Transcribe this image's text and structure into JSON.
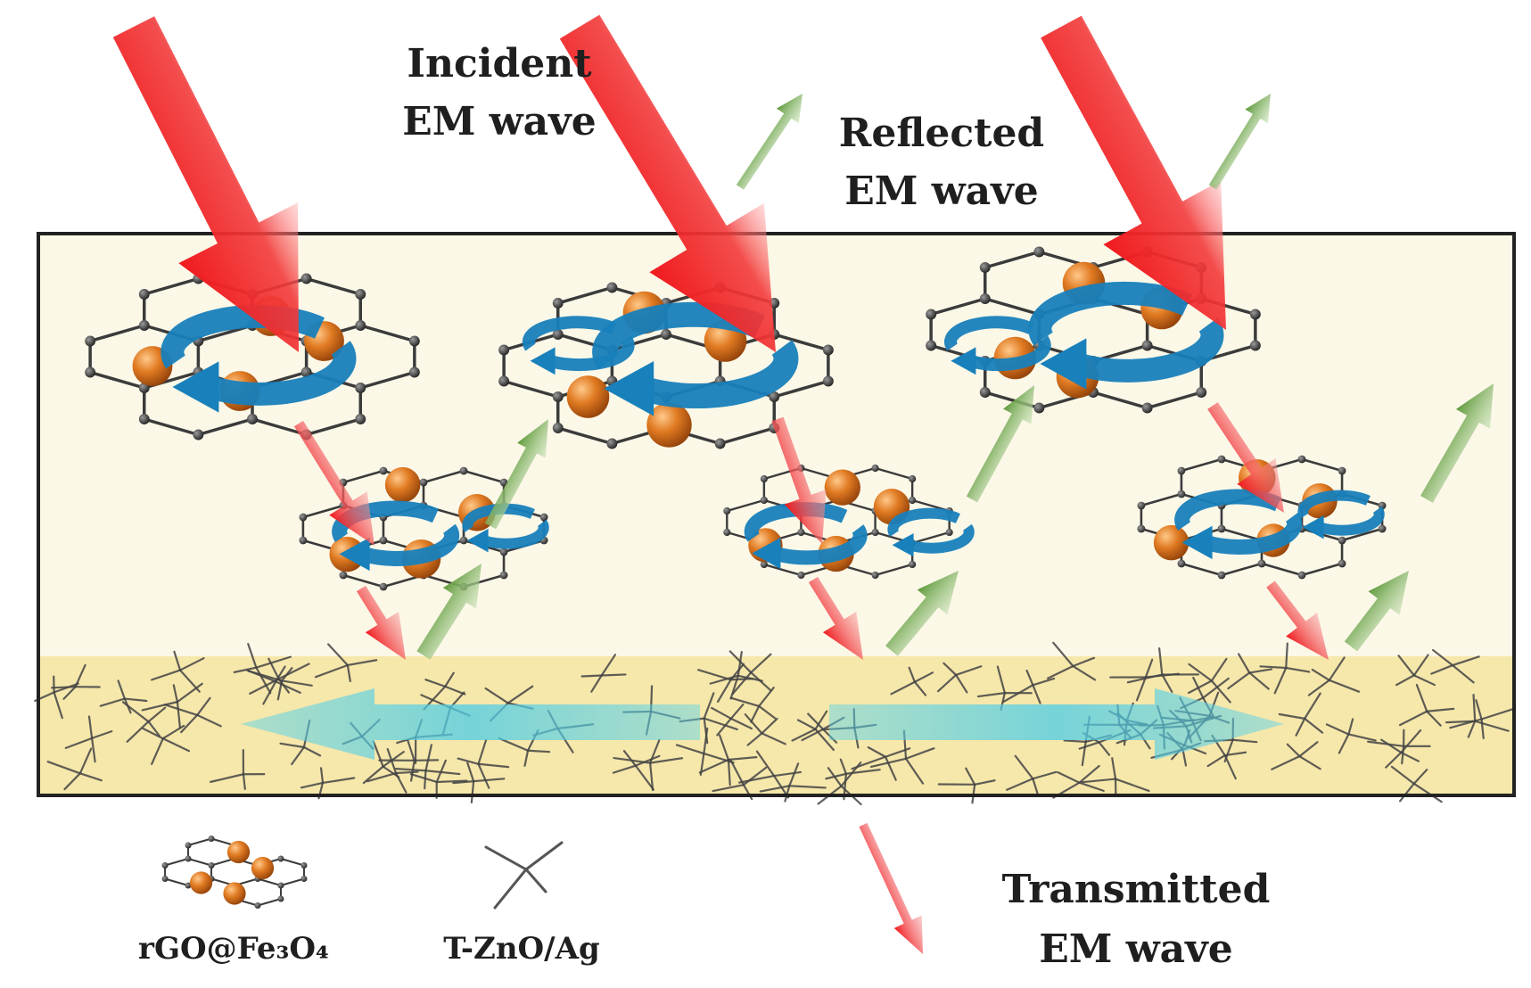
{
  "labels": {
    "incident": [
      "Incident",
      "EM wave"
    ],
    "reflected": [
      "Reflected",
      "EM wave"
    ],
    "transmitted": [
      "Transmitted",
      "EM wave"
    ]
  },
  "legend": {
    "rgo": "rGO@Fe₃O₄",
    "tzno": "T-ZnO/Ag"
  },
  "colors": {
    "incident_arrow": "#f21d22",
    "reflected_arrow": "#74a84e",
    "matrix_fill": "#fcf8e8",
    "bottom_layer_fill": "#f6e7ab",
    "particle": "#d9701a",
    "lattice": "#3b3b3b",
    "swirl": "#1880bb",
    "current_arrow": "#55d0e8",
    "frame": "#222222"
  },
  "icons": {
    "sheet": "graphene-sheet-with-nanoparticles-icon",
    "tetrapod": "tetrapod-zno-icon"
  }
}
